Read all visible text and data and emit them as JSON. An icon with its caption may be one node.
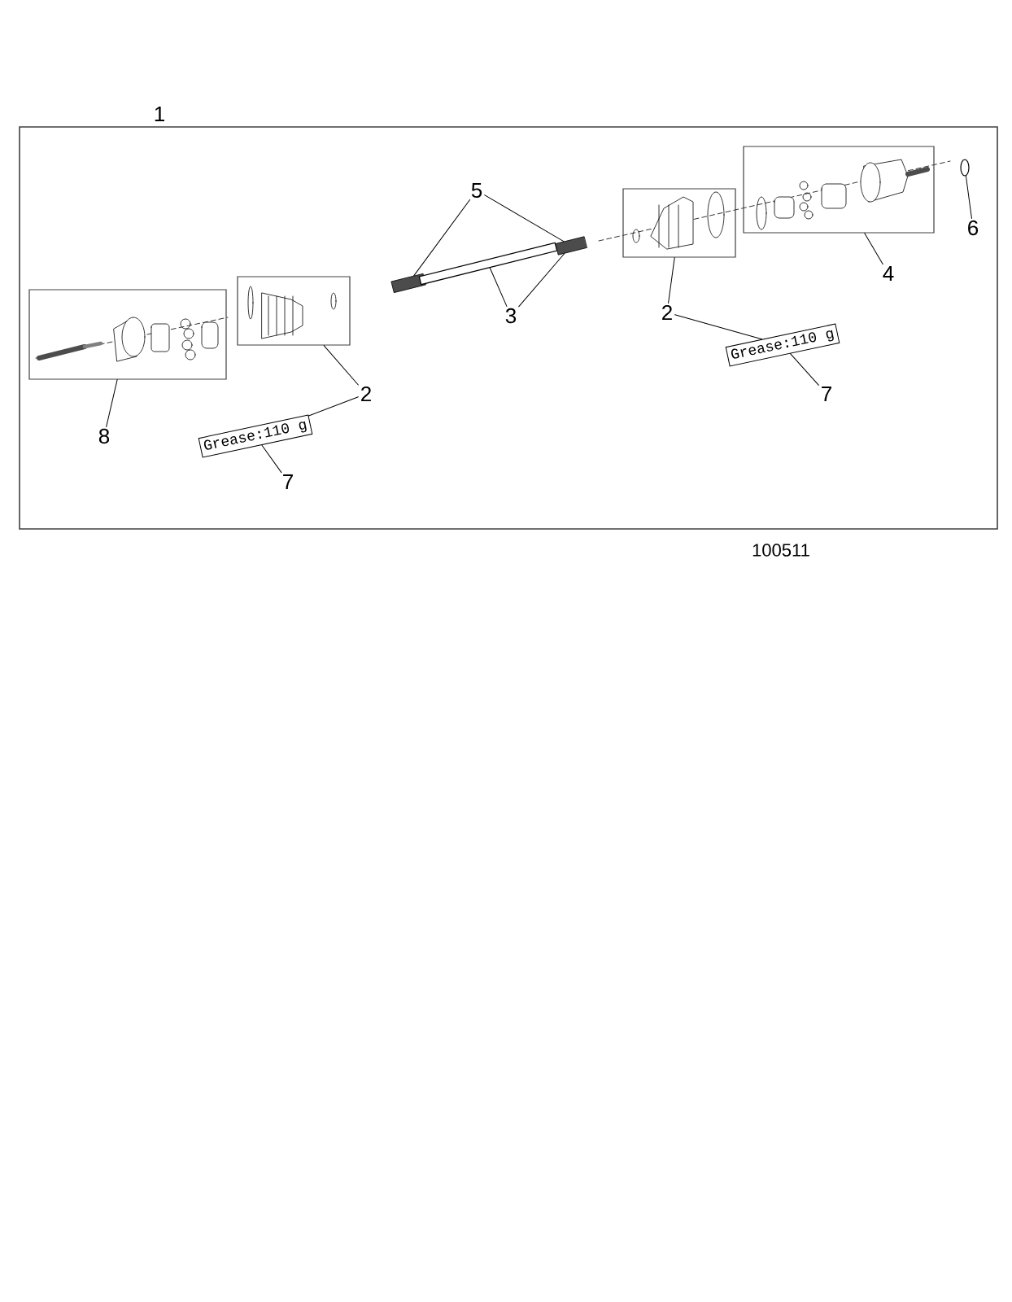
{
  "diagram": {
    "nodes": [
      {
        "text": [
          "5"
        ]
      },
      {
        "text": [],
        "shape": "bar"
      },
      {
        "text": [],
        "shape": "bar"
      },
      {
        "text": [],
        "shape": "bar"
      },
      {
        "text": [
          "3"
        ]
      },
      {
        "text": [],
        "shape": "box"
      },
      {
        "text": [
          "4"
        ]
      },
      {
        "text": [],
        "shape": "circle"
      },
      {
        "text": [
          "6"
        ]
      },
      {
        "text": [],
        "shape": "box"
      },
      {
        "text": [
          "2"
        ]
      },
      {
        "text": [
          "Grease:110 g"
        ]
      },
      {
        "text": [
          "7"
        ]
      },
      {
        "text": [],
        "shape": "box"
      },
      {
        "text": [
          "8"
        ]
      },
      {
        "text": [],
        "shape": "box"
      },
      {
        "text": [
          "2"
        ]
      },
      {
        "text": [
          "Grease:110 g"
        ]
      },
      {
        "text": [
          "7"
        ]
      }
    ],
    "edges": [
      {
        "from": 0,
        "to": 1,
        "arrow": "none"
      },
      {
        "from": 0,
        "to": 3,
        "arrow": "none"
      },
      {
        "from": 4,
        "to": 2,
        "arrow": "none"
      },
      {
        "from": 4,
        "to": 3,
        "arrow": "none"
      },
      {
        "from": 6,
        "to": 5,
        "arrow": "none"
      },
      {
        "from": 8,
        "to": 7,
        "arrow": "none"
      },
      {
        "from": 10,
        "to": 9,
        "arrow": "none"
      },
      {
        "from": 10,
        "to": 11,
        "arrow": "none"
      },
      {
        "from": 12,
        "to": 11,
        "arrow": "none"
      },
      {
        "from": 14,
        "to": 13,
        "arrow": "none"
      },
      {
        "from": 16,
        "to": 15,
        "arrow": "none"
      },
      {
        "from": 16,
        "to": 17,
        "arrow": "none"
      },
      {
        "from": 18,
        "to": 17,
        "arrow": "none"
      }
    ],
    "labels": [
      "1",
      "100511"
    ]
  }
}
